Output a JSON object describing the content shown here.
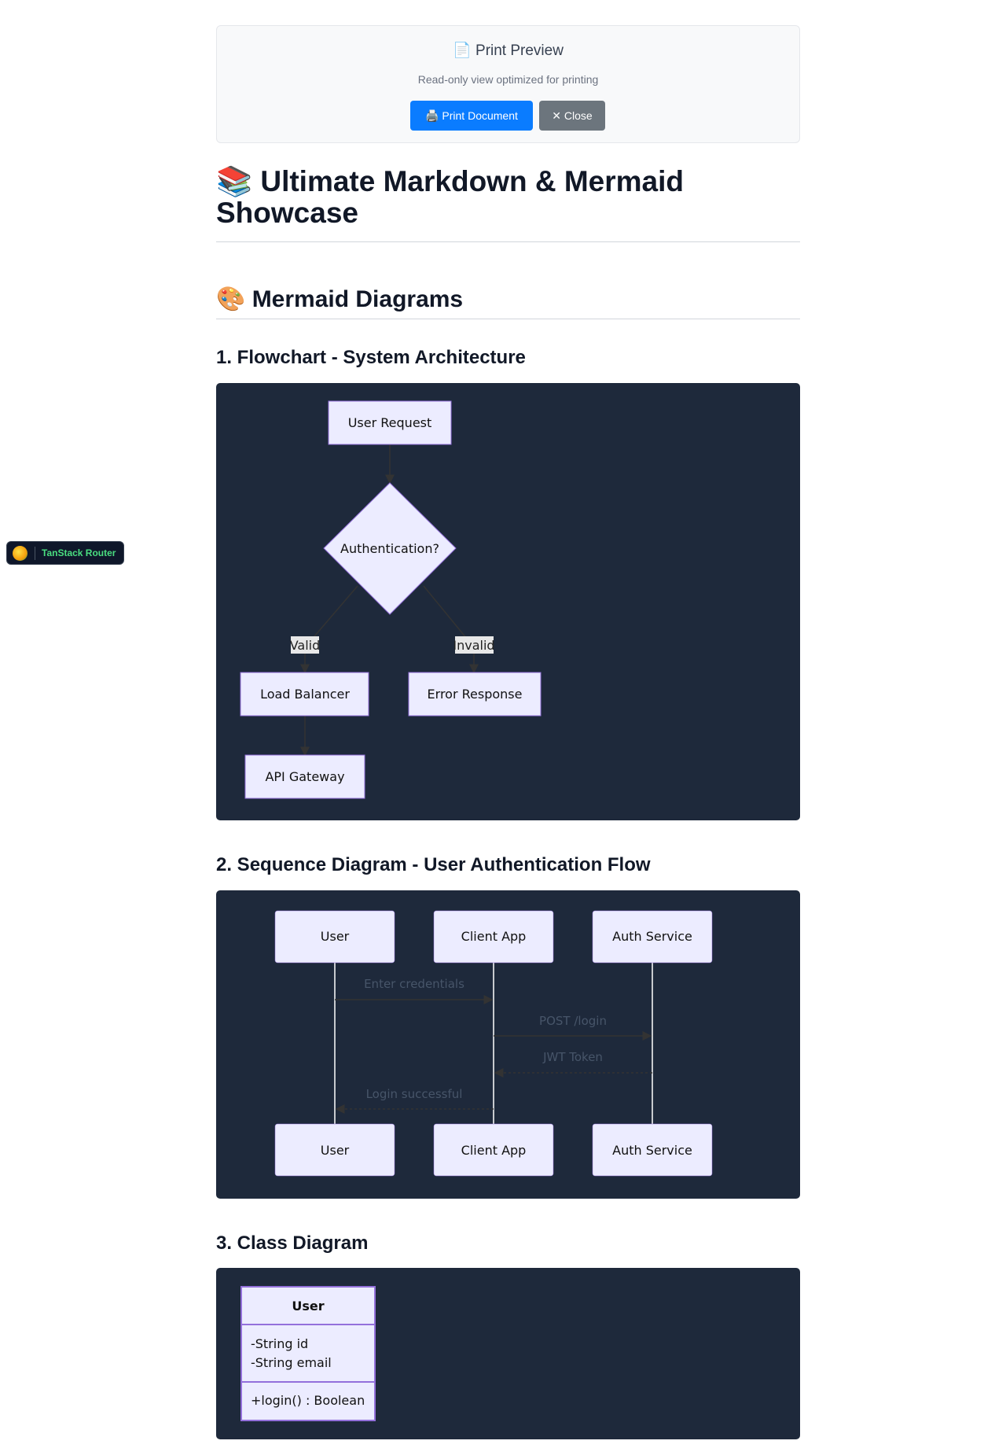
{
  "print_preview": {
    "icon": "page-icon",
    "title": "Print Preview",
    "subtitle": "Read-only view optimized for printing",
    "print_button": "🖨️ Print Document",
    "close_button": "✕ Close"
  },
  "document": {
    "title": "📚 Ultimate Markdown & Mermaid Showcase",
    "section_heading": "🎨 Mermaid Diagrams",
    "flowchart": {
      "heading": "1. Flowchart - System Architecture",
      "nodes": {
        "user_request": "User Request",
        "authentication": "Authentication?",
        "load_balancer": "Load Balancer",
        "error_response": "Error Response",
        "api_gateway": "API Gateway"
      },
      "edges": {
        "valid": "Valid",
        "invalid": "Invalid"
      }
    },
    "sequence": {
      "heading": "2. Sequence Diagram - User Authentication Flow",
      "participants": [
        "User",
        "Client App",
        "Auth Service"
      ],
      "messages": [
        {
          "from": "User",
          "to": "Client App",
          "text": "Enter credentials"
        },
        {
          "from": "Client App",
          "to": "Auth Service",
          "text": "POST /login"
        },
        {
          "from": "Auth Service",
          "to": "Client App",
          "text": "JWT Token"
        },
        {
          "from": "Client App",
          "to": "User",
          "text": "Login successful"
        }
      ]
    },
    "class_diagram": {
      "heading": "3. Class Diagram",
      "class_name": "User",
      "attributes": [
        "-String id",
        "-String email"
      ],
      "methods": [
        "+login() : Boolean"
      ]
    }
  },
  "devtools": {
    "label": "TanStack Router"
  },
  "colors": {
    "diagram_bg": "#1e293b",
    "node_fill": "#ececff",
    "node_stroke": "#9370db",
    "primary_button": "#0a7cff",
    "secondary_button": "#6c757d"
  }
}
